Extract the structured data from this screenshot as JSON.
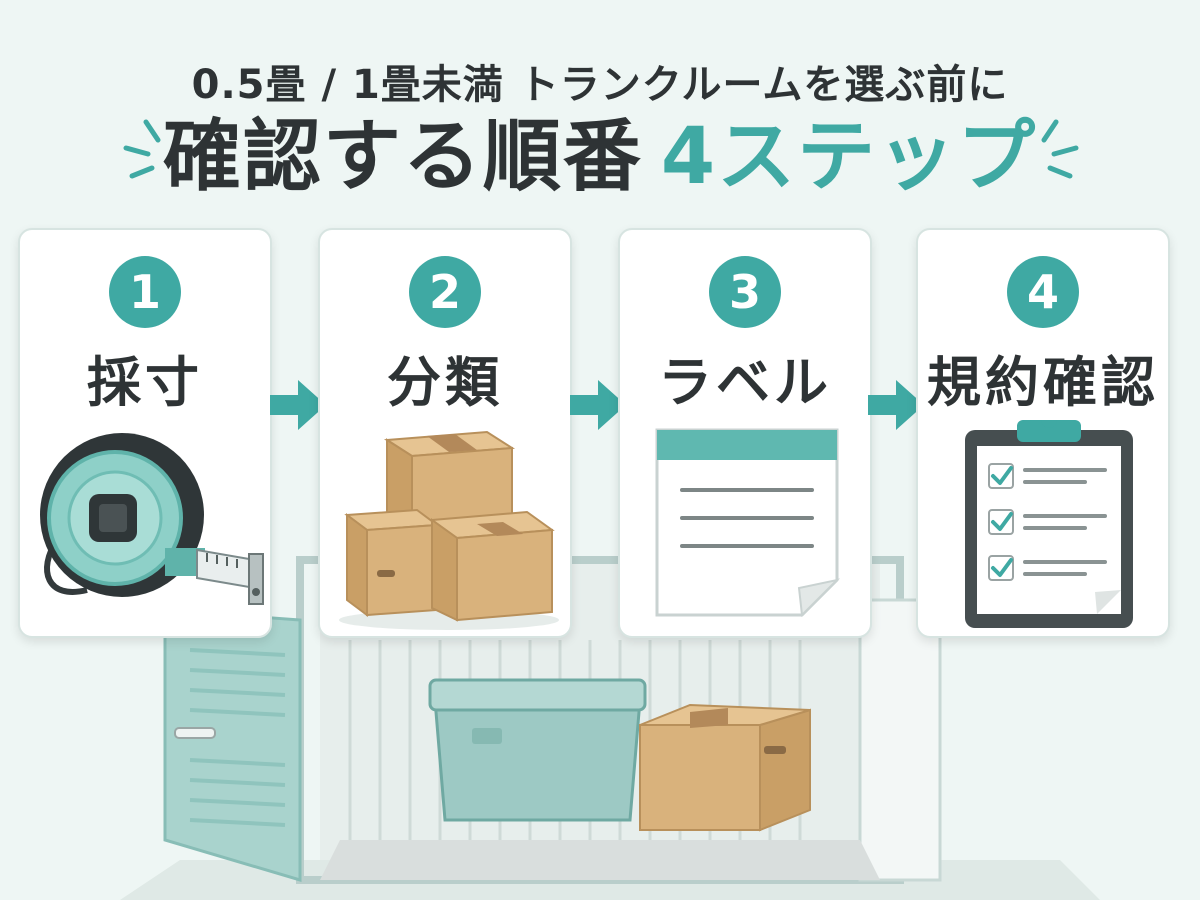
{
  "header": {
    "subtitle": "0.5畳 / 1畳未満  トランクルームを選ぶ前に",
    "title_main": "確認する順番",
    "title_accent": "4ステップ"
  },
  "colors": {
    "accent": "#3fa9a3",
    "text": "#2e3335",
    "background": "#eef6f4",
    "box": "#d9b27c"
  },
  "steps": [
    {
      "number": "1",
      "label": "採寸",
      "icon": "tape-measure-icon"
    },
    {
      "number": "2",
      "label": "分類",
      "icon": "cardboard-boxes-icon"
    },
    {
      "number": "3",
      "label": "ラベル",
      "icon": "label-sheet-icon"
    },
    {
      "number": "4",
      "label": "規約確認",
      "icon": "clipboard-checklist-icon"
    }
  ]
}
